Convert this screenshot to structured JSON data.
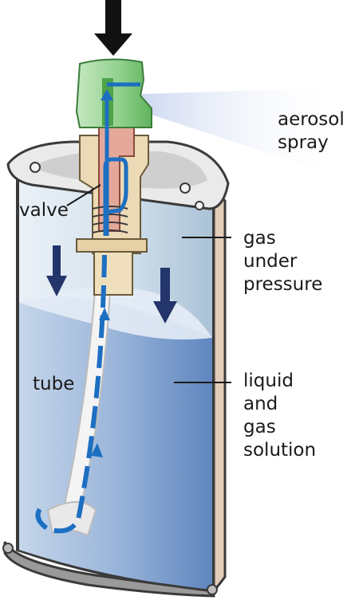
{
  "labels": {
    "aerosol_spray": "aerosol\nspray",
    "valve": "valve",
    "gas_under_pressure": "gas\nunder\npressure",
    "tube": "tube",
    "liquid_and_gas_solution": "liquid\nand\ngas\nsolution"
  },
  "colors": {
    "can_wall": "#c9dce9",
    "can_outline": "#3a3a3a",
    "gas_region": "#dbe7f0",
    "liquid_region": "#7d9fcf",
    "liquid_surface": "#e4ecf6",
    "flow_arrow": "#1d6fc2",
    "pressure_arrow": "#23356b",
    "nozzle": "#9fd59a",
    "valve_body": "#ecd9b5",
    "valve_stem": "#e3a89a",
    "spray": "#dfe6f5",
    "seam": "#e2cdb9",
    "tube": "#f4f4f4"
  },
  "icons": [
    "press-arrow-icon",
    "pressure-arrow-icon",
    "flow-arrow-icon"
  ]
}
